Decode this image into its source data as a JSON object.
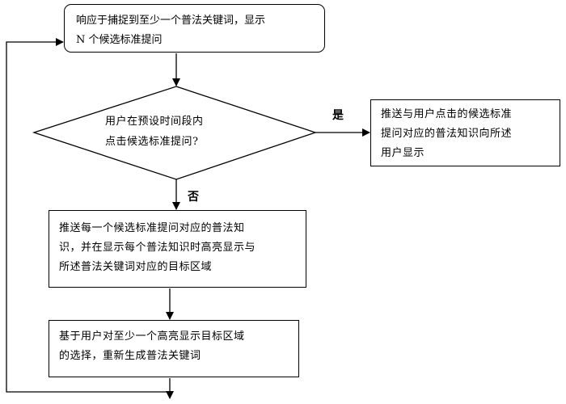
{
  "nodes": {
    "start": {
      "lines": [
        "响应于捕捉到至少一个普法关键词，显示",
        "N 个候选标准提问"
      ]
    },
    "decision": {
      "lines": [
        "用户在预设时间段内",
        "点击候选标准提问?"
      ]
    },
    "push_selected": {
      "lines": [
        "推送与用户点击的候选标准",
        "提问对应的普法知识向所述",
        "用户显示"
      ]
    },
    "push_all": {
      "lines": [
        "推送每一个候选标准提问对应的普法知",
        "识，并在显示每个普法知识时高亮显示与",
        "所述普法关键词对应的目标区域"
      ]
    },
    "regenerate": {
      "lines": [
        "基于用户对至少一个高亮显示目标区域",
        "的选择，重新生成普法关键词"
      ]
    }
  },
  "edges": {
    "yes_label": "是",
    "no_label": "否"
  },
  "colors": {
    "stroke": "#000000",
    "background": "#ffffff"
  }
}
